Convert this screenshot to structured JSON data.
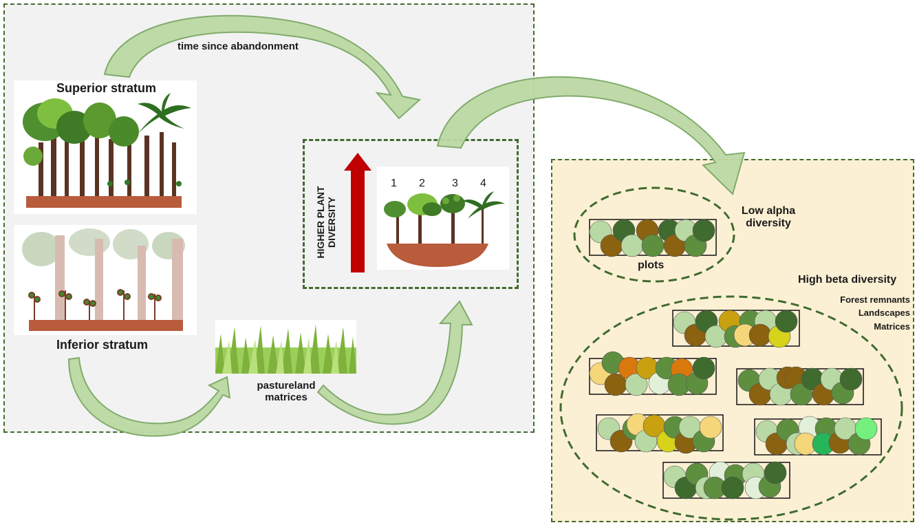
{
  "labels": {
    "time_since_abandonment": "time since abandonment",
    "superior_stratum": "Superior stratum",
    "inferior_stratum": "Inferior stratum",
    "pastureland_line1": "pastureland",
    "pastureland_line2": "matrices",
    "higher_plant_line1": "HIGHER PLANT",
    "higher_plant_line2": "DIVERSITY",
    "low_alpha_line1": "Low alpha",
    "low_alpha_line2": "diversity",
    "plots": "plots",
    "high_beta": "High beta diversity",
    "forest_remnants": "Forest remnants",
    "landscapes": "Landscapes",
    "matrices": "Matrices"
  },
  "strata_numbers": [
    "1",
    "2",
    "3",
    "4"
  ],
  "colors": {
    "dark_green": "#3f6b2e",
    "mid_green": "#5e8f3e",
    "light_green": "#b9d9a4",
    "pale_green": "#e2f0d9",
    "olive_brown": "#8a6210",
    "yellow": "#f5d77a",
    "orange": "#d9780d",
    "lime": "#d7d21a",
    "bright_green": "#27b559",
    "neon_green": "#73f07d",
    "arrow_fill": "#bcd9a4",
    "arrow_stroke": "#7aa864",
    "red_arrow": "#c00000",
    "soil": "#b85c3c",
    "left_panel_bg": "#f2f2f2",
    "right_panel_bg": "#fcf0d4"
  },
  "icons": [
    "tree-canopy-icon",
    "palm-tree-icon",
    "seedling-icon",
    "grass-icon",
    "red-up-arrow-icon",
    "curved-arrow-icon"
  ]
}
